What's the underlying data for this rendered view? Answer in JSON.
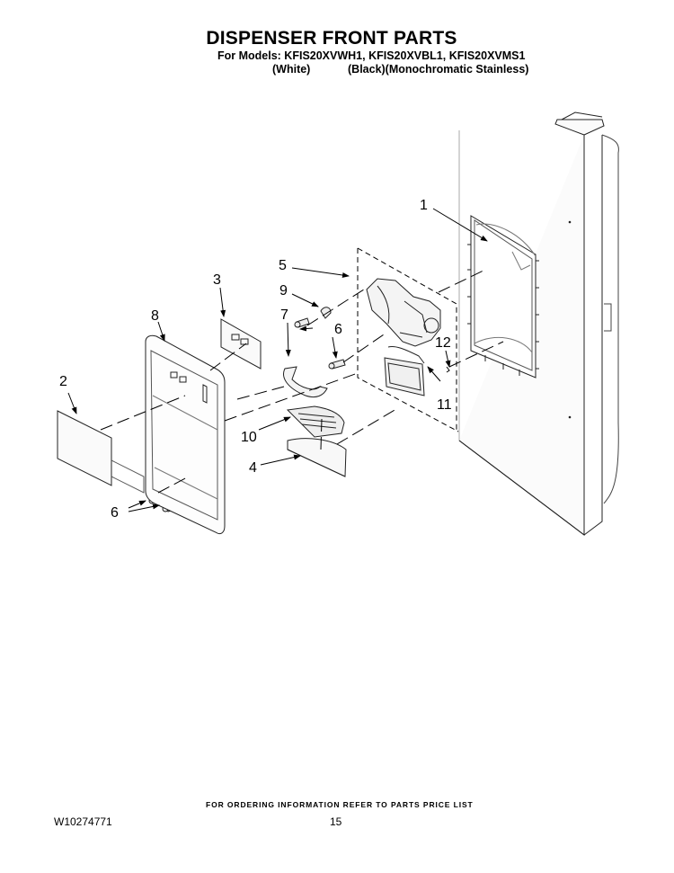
{
  "header": {
    "title": "DISPENSER FRONT PARTS",
    "models_line": "For Models: KFIS20XVWH1, KFIS20XVBL1, KFIS20XVMS1",
    "variant_white": "(White)",
    "variant_black_ms": "(Black)(Monochromatic Stainless)"
  },
  "diagram": {
    "callouts": [
      {
        "id": "1",
        "label": "1"
      },
      {
        "id": "2",
        "label": "2"
      },
      {
        "id": "3",
        "label": "3"
      },
      {
        "id": "4",
        "label": "4"
      },
      {
        "id": "5",
        "label": "5"
      },
      {
        "id": "6a",
        "label": "6"
      },
      {
        "id": "6b",
        "label": "6"
      },
      {
        "id": "7",
        "label": "7"
      },
      {
        "id": "8",
        "label": "8"
      },
      {
        "id": "9",
        "label": "9"
      },
      {
        "id": "10",
        "label": "10"
      },
      {
        "id": "11",
        "label": "11"
      },
      {
        "id": "12",
        "label": "12"
      }
    ]
  },
  "footer": {
    "ordering_note": "FOR ORDERING INFORMATION REFER TO PARTS PRICE LIST",
    "document_number": "W10274771",
    "page_number": "15"
  }
}
